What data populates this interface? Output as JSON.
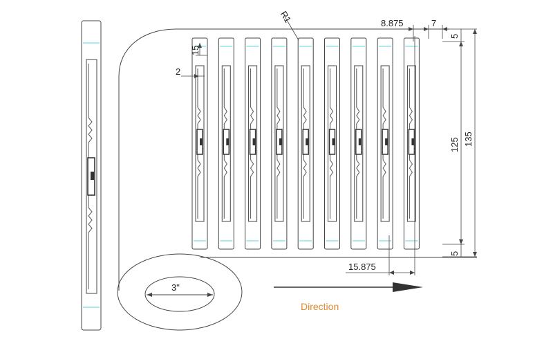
{
  "labels": {
    "radius": "R1",
    "pitch": "8.875",
    "tag_width": "7",
    "top_margin": "5",
    "slot_height": "15",
    "slot_width": "2",
    "inlay_height": "125",
    "total_height": "135",
    "bottom_margin": "5",
    "repeat_pitch": "15.875",
    "core_diameter": "3\"",
    "direction": "Direction"
  },
  "tag_count": 9,
  "colors": {
    "line": "#444444",
    "cyan": "#8fe3ea",
    "direction_text": "#e08a2c",
    "arrow": "#333333"
  }
}
